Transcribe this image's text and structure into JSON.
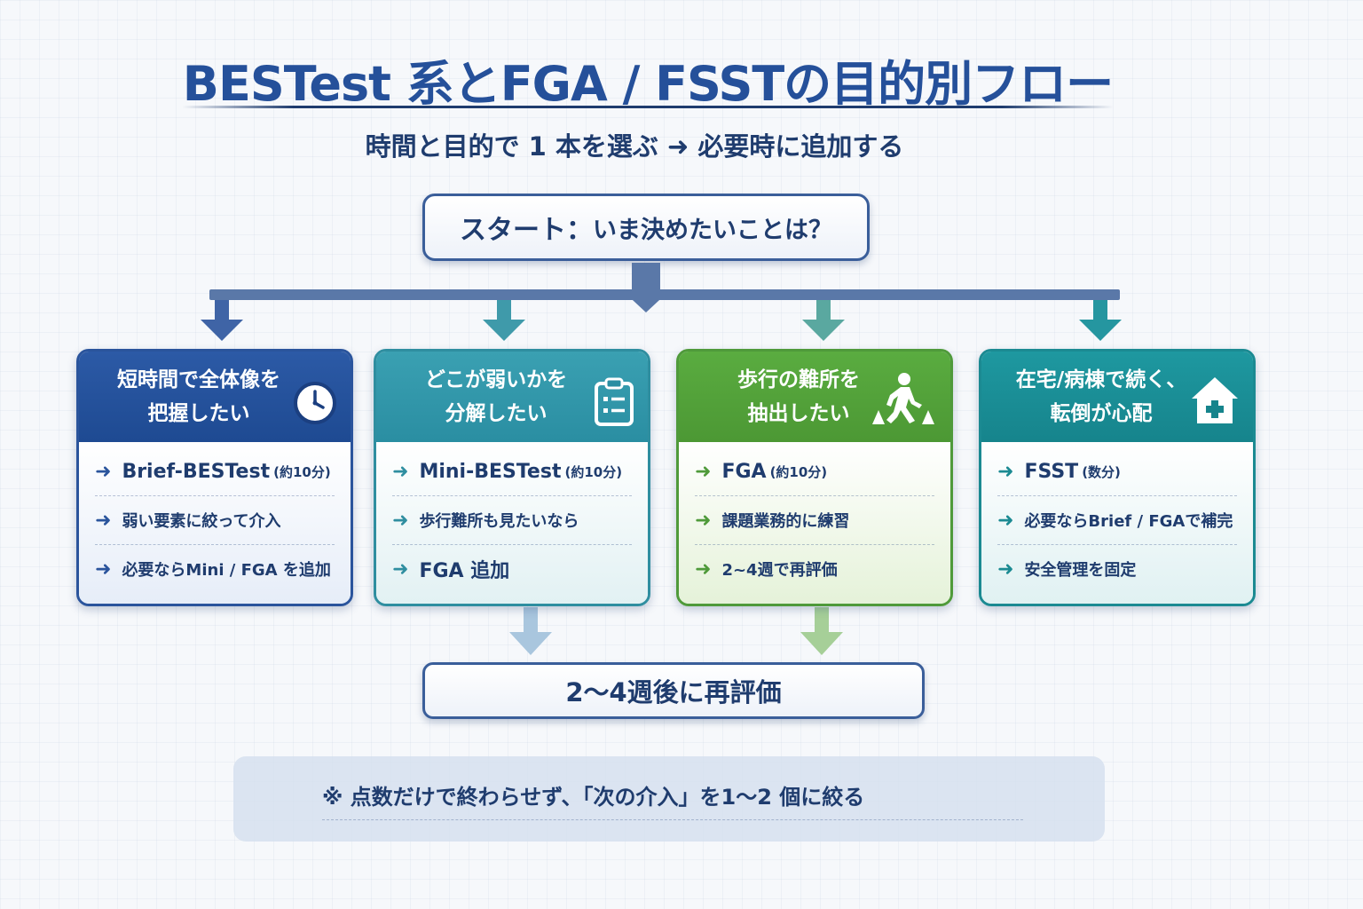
{
  "title": "BESTest 系とFGA / FSSTの目的別フロー",
  "subtitle": "時間と目的で 1 本を選ぶ ➜ 必要時に追加する",
  "start": {
    "label": "スタート：",
    "question": "いま決めたいことは？"
  },
  "colors": {
    "navy": "#1f3c6e",
    "blue": "#2a549c",
    "teal": "#2f8ea0",
    "green": "#4f9a3a",
    "dark_teal": "#1b8a92"
  },
  "cards": [
    {
      "heading_1": "短時間で全体像を",
      "heading_2": "把握したい",
      "icon": "clock-icon",
      "items": [
        {
          "arrow": "➜",
          "text": "Brief-BESTest",
          "note": "(約10分)"
        },
        {
          "arrow": "➜",
          "text": "弱い要素に絞って介入"
        },
        {
          "arrow": "➜",
          "text": "必要ならMini / FGA を追加"
        }
      ]
    },
    {
      "heading_1": "どこが弱いかを",
      "heading_2": "分解したい",
      "icon": "clipboard-icon",
      "items": [
        {
          "arrow": "➜",
          "text": "Mini-BESTest",
          "note": "(約10分)"
        },
        {
          "arrow": "➜",
          "text": "歩行難所も見たいなら"
        },
        {
          "arrow": "➜",
          "text": "FGA 追加"
        }
      ]
    },
    {
      "heading_1": "歩行の難所を",
      "heading_2": "抽出したい",
      "icon": "walking-person-icon",
      "items": [
        {
          "arrow": "➜",
          "text": "FGA",
          "note": "(約10分)"
        },
        {
          "arrow": "➜",
          "text": "課題業務的に練習"
        },
        {
          "arrow": "➜",
          "text": "2~4週で再評価"
        }
      ]
    },
    {
      "heading_1": "在宅/病棟で続く、",
      "heading_2": "転倒が心配",
      "icon": "home-medical-icon",
      "items": [
        {
          "arrow": "➜",
          "text": "FSST",
          "note": "(数分)"
        },
        {
          "arrow": "➜",
          "text": "必要ならBrief / FGAで補完"
        },
        {
          "arrow": "➜",
          "text": "安全管理を固定"
        }
      ]
    }
  ],
  "reevaluate": "2～4週後に再評価",
  "note": "※ 点数だけで終わらせず、「次の介入」を1～2 個に絞る"
}
